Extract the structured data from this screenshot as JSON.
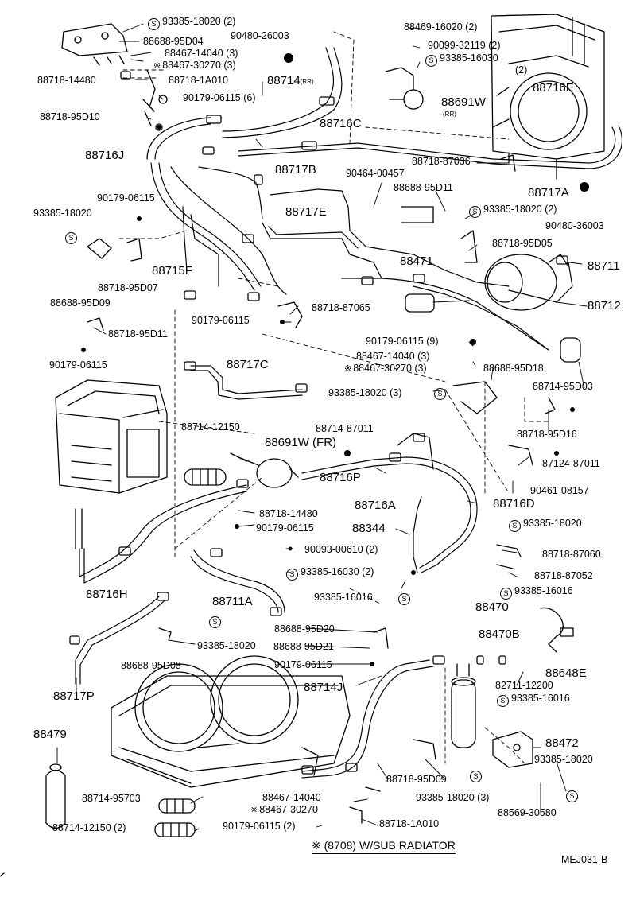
{
  "labels": {
    "p93385_18020_2_top": "93385-18020 (2)",
    "p88688_95D04": "88688-95D04",
    "p90480_26003": "90480-26003",
    "p88467_14040_3_top": "88467-14040 (3)",
    "p88467_30270_3_top": "88467-30270 (3)",
    "p88718_14480_top": "88718-14480",
    "p88718_1A010_top": "88718-1A010",
    "p88714_rr": "88714",
    "p88714_rr_sub": "(RR)",
    "p90179_06115_6": "90179-06115 (6)",
    "p88718_95D10": "88718-95D10",
    "p88716C": "88716C",
    "p88716J": "88716J",
    "p88717B": "88717B",
    "p88469_16020_2": "88469-16020 (2)",
    "p90099_32119_2": "90099-32119 (2)",
    "p93385_16030_2_top": "93385-16030",
    "p93385_16030_2_top_qty": "(2)",
    "p88691W_rr": "88691W",
    "p88691W_rr_sub": "(RR)",
    "p88716E": "88716E",
    "p88718_87036": "88718-87036",
    "p88717A": "88717A",
    "p90480_36003": "90480-36003",
    "p90464_00457": "90464-00457",
    "p88688_95D11": "88688-95D11",
    "p93385_18020_2_right": "93385-18020 (2)",
    "p90179_06115_left": "90179-06115",
    "p93385_18020_left": "93385-18020",
    "p88717E": "88717E",
    "p88718_95D05": "88718-95D05",
    "p88471": "88471",
    "p88711": "88711",
    "p88715F": "88715F",
    "p88718_95D07": "88718-95D07",
    "p88688_95D09": "88688-95D09",
    "p88712": "88712",
    "p88718_87065": "88718-87065",
    "p90179_06115_mid": "90179-06115",
    "p88718_95D11": "88718-95D11",
    "p90179_06115_9": "90179-06115 (9)",
    "p90179_06115_lower_left": "90179-06115",
    "p88467_14040_3_mid": "88467-14040 (3)",
    "p88467_30270_3_mid": "88467-30270 (3)",
    "p88717C": "88717C",
    "p88688_95D18": "88688-95D18",
    "p93385_18020_3_mid": "93385-18020 (3)",
    "p88714_95D03": "88714-95D03",
    "p88718_95D16": "88718-95D16",
    "p88714_12150": "88714-12150",
    "p88714_87011": "88714-87011",
    "p88691W_fr": "88691W (FR)",
    "p87124_87011": "87124-87011",
    "p88716P": "88716P",
    "p90461_08157": "90461-08157",
    "p88716A": "88716A",
    "p88716D": "88716D",
    "p88718_14480_mid": "88718-14480",
    "p90179_06115_mid2": "90179-06115",
    "p93385_18020_right2": "93385-18020",
    "p88344": "88344",
    "p90093_00610_2": "90093-00610 (2)",
    "p88718_87060": "88718-87060",
    "p93385_16030_2_mid": "93385-16030 (2)",
    "p88718_87052": "88718-87052",
    "p93385_16016_mid": "93385-16016",
    "p93385_16016_right": "93385-16016",
    "p88716H": "88716H",
    "p88711A": "88711A",
    "p88470": "88470",
    "p93385_18020_lower": "93385-18020",
    "p88470B": "88470B",
    "p88688_95D20": "88688-95D20",
    "p88688_95D21": "88688-95D21",
    "p88688_95D08": "88688-95D08",
    "p90179_06115_lower": "90179-06115",
    "p88648E": "88648E",
    "p88714J": "88714J",
    "p82711_12200": "82711-12200",
    "p88717P": "88717P",
    "p93385_16016_low": "93385-16016",
    "p88479": "88479",
    "p88472": "88472",
    "p93385_18020_low_right": "93385-18020",
    "p88718_95D09": "88718-95D09",
    "p93385_18020_3_low": "93385-18020 (3)",
    "p88569_30580": "88569-30580",
    "p88714_95703": "88714-95703",
    "p88467_14040_low": "88467-14040",
    "p88467_30270_low": "88467-30270",
    "p88718_1A010_low": "88718-1A010",
    "p88714_12150_2": "88714-12150 (2)",
    "p90179_06115_2_low": "90179-06115 (2)"
  },
  "symbols": {
    "s": "S",
    "star": "※"
  },
  "footnote": "※ (8708) W/SUB RADIATOR",
  "doc_id": "MEJ031-B"
}
